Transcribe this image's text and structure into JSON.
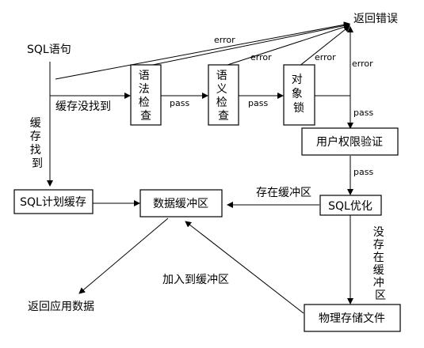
{
  "nodes": {
    "sql_statement": "SQL语句",
    "syntax_check": "语法检查",
    "semantic_check": "语义检查",
    "object_lock": "对象锁",
    "return_error": "返回错误",
    "user_permission": "用户权限验证",
    "sql_plan_cache": "SQL计划缓存",
    "data_buffer": "数据缓冲区",
    "sql_optimize": "SQL优化",
    "physical_files": "物理存储文件",
    "return_app_data": "返回应用数据"
  },
  "edge_labels": {
    "cache_not_found": "缓存没找到",
    "cache_found": "缓存找到",
    "pass_1": "pass",
    "pass_2": "pass",
    "pass_3": "pass",
    "pass_4": "pass",
    "error_1": "error",
    "error_2": "error",
    "error_3": "error",
    "error_4": "error",
    "in_buffer": "存在缓冲区",
    "not_in_buffer": "没存在缓冲区",
    "add_to_buffer": "加入到缓冲区"
  },
  "colors": {
    "background": "#ffffff",
    "stroke": "#000000"
  }
}
